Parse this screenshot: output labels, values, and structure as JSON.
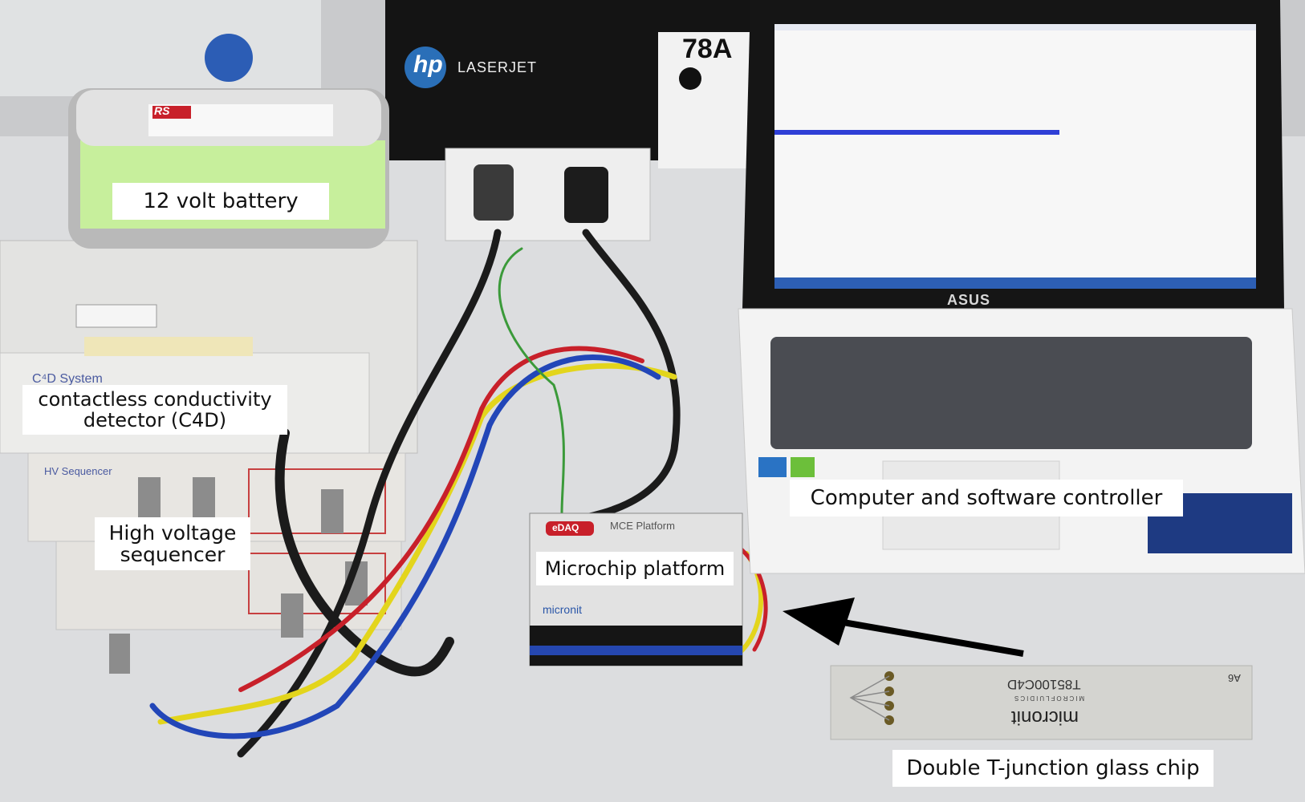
{
  "labels": {
    "battery": "12 volt battery",
    "detector_line1": "contactless conductivity",
    "detector_line2": "detector (C4D)",
    "sequencer_line1": "High voltage",
    "sequencer_line2": "sequencer",
    "microchip_platform": "Microchip platform",
    "computer": "Computer and software controller",
    "glass_chip": "Double T-junction glass chip"
  },
  "printed_text": {
    "hp_logo": "hp",
    "laserjet": "LASERJET",
    "cartridge_code": "78A",
    "battery_brand": "RS",
    "laptop_brand": "ASUS",
    "c4d_panel": "C⁴D System",
    "hv_panel": "HV Sequencer",
    "edaq_logo": "eDAQ",
    "mce_platform": "MCE Platform",
    "micronit_platform": "micronit",
    "chip_code": "T85100C4D",
    "chip_brand": "micronit",
    "chip_sub": "MICROFLUIDICS",
    "chip_id": "A6"
  },
  "colors": {
    "wire_red": "#c8202a",
    "wire_blue": "#2246b8",
    "wire_yellow": "#e3d51c",
    "wire_green": "#3b9a3a",
    "cable_black": "#1b1b1b",
    "battery_green": "#c7ef9c",
    "screen_blue": "#2f3fd6"
  }
}
